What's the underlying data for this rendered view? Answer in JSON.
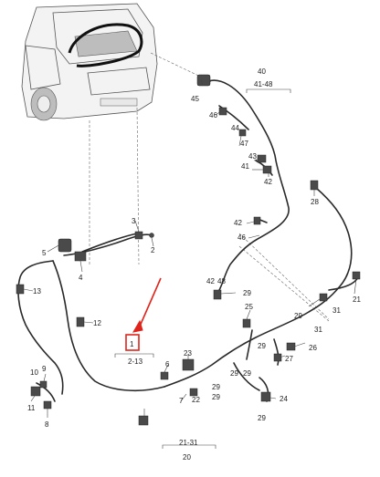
{
  "callouts": {
    "c1": "1",
    "c2": "2",
    "c3": "3",
    "c4": "4",
    "c5": "5",
    "c8": "8",
    "c9": "9",
    "c10": "10",
    "c11": "11",
    "c12": "12",
    "c13": "13",
    "c2_13": "2-13",
    "c20": "20",
    "c21": "21",
    "c21_31": "21-31",
    "c22": "22",
    "c23": "23",
    "c24": "24",
    "c25": "25",
    "c26": "26",
    "c27": "27",
    "c28": "28",
    "c29a": "29",
    "c29b": "29",
    "c29c": "29",
    "c29d": "29",
    "c29e": "29",
    "c29f": "29",
    "c31": "31",
    "c40": "40",
    "c41": "41",
    "c41_48": "41-48",
    "c42a": "42",
    "c42b": "42",
    "c42c": "42",
    "c43": "43",
    "c44": "44",
    "c45": "45",
    "c46a": "46",
    "c46b": "46",
    "c47": "47",
    "c48": "48"
  },
  "colors": {
    "highlight": "#e0241b",
    "line": "#2a2a2a"
  }
}
